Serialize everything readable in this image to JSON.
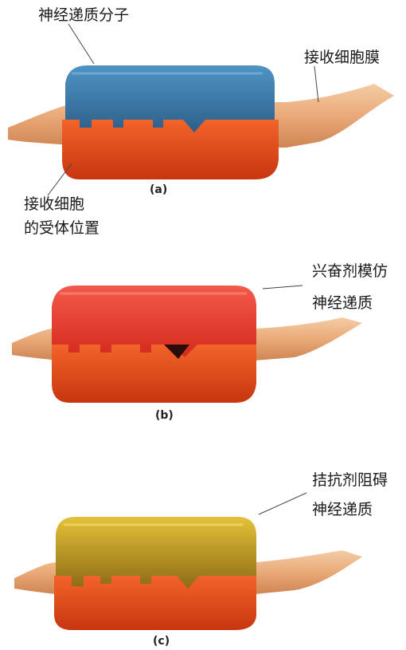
{
  "panels": [
    {
      "id": "a",
      "label": "(a)",
      "top_color": "#3b78a8",
      "annotations": {
        "neurotransmitter": "神经递质分子",
        "membrane": "接收细胞膜",
        "receptor_line1": "接收细胞",
        "receptor_line2": "的受体位置"
      }
    },
    {
      "id": "b",
      "label": "(b)",
      "top_color": "#e23b2a",
      "annotations": {
        "agonist_line1": "兴奋剂模仿",
        "agonist_line2": "神经递质"
      }
    },
    {
      "id": "c",
      "label": "(c)",
      "top_color": "#c9a21e",
      "annotations": {
        "antagonist_line1": "拮抗剂阻碍",
        "antagonist_line2": "神经递质"
      }
    }
  ],
  "colors": {
    "receptor": "#e0481f",
    "membrane": "#e8a06a",
    "membrane_dark": "#c9783f"
  }
}
